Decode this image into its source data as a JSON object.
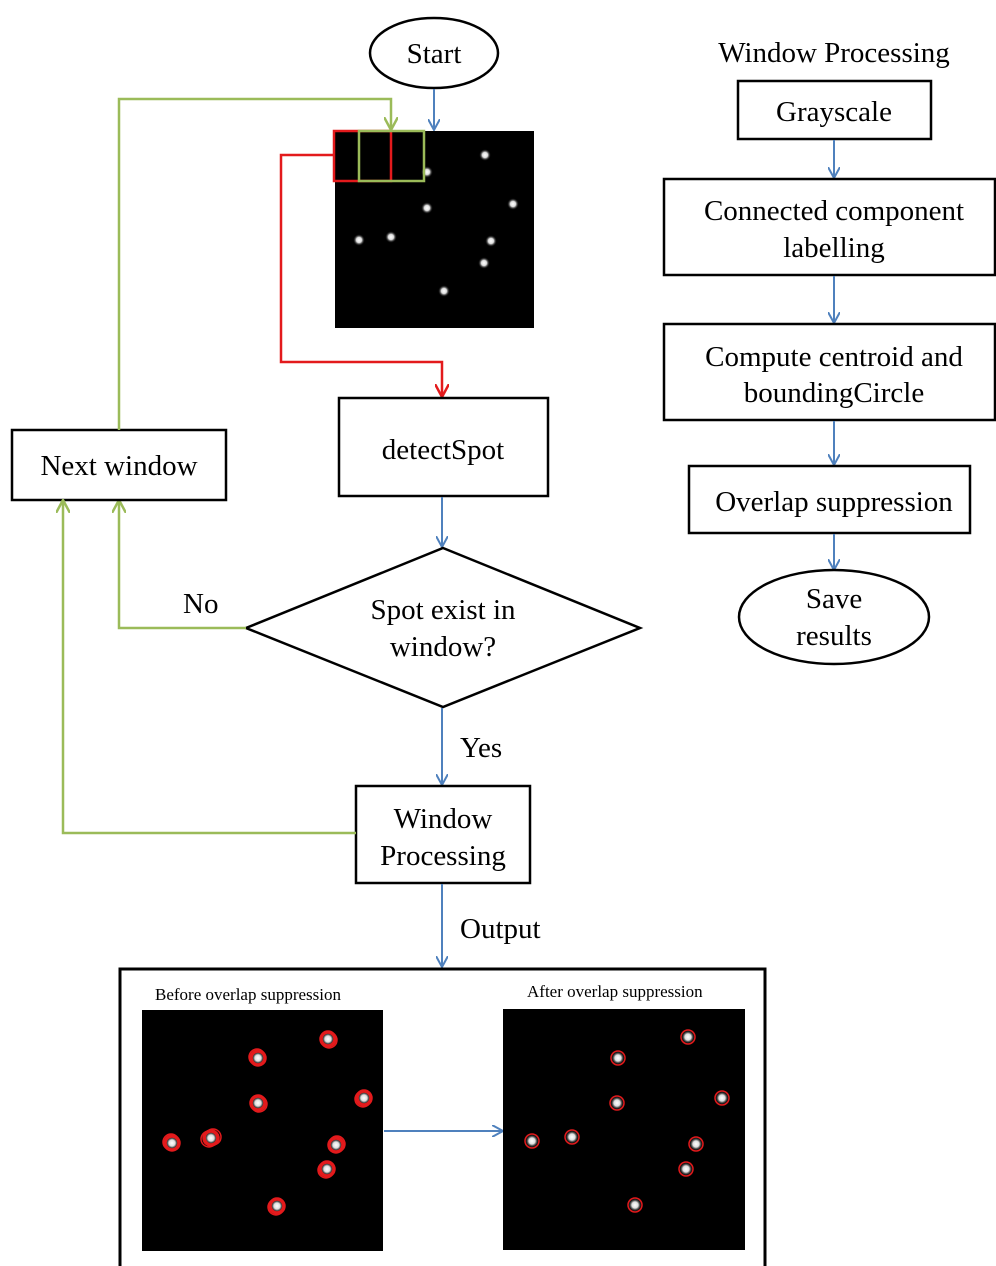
{
  "main_flow": {
    "start": "Start",
    "detect_spot": "detectSpot",
    "decision_line1": "Spot exist in",
    "decision_line2": "window?",
    "no_label": "No",
    "yes_label": "Yes",
    "next_window": "Next window",
    "window_processing_line1": "Window",
    "window_processing_line2": "Processing",
    "output_label": "Output"
  },
  "side_flow": {
    "title": "Window Processing",
    "grayscale": "Grayscale",
    "ccl_line1": "Connected component",
    "ccl_line2": "labelling",
    "centroid_line1": "Compute centroid and",
    "centroid_line2": "boundingCircle",
    "overlap": "Overlap suppression",
    "save_line1": "Save",
    "save_line2": "results"
  },
  "output_panel": {
    "before_caption": "Before overlap suppression",
    "after_caption": "After overlap suppression"
  },
  "colors": {
    "arrow_blue": "#4f81bd",
    "loop_green": "#9bbb59",
    "window_red": "#e31a1c",
    "image_bg": "#000000"
  }
}
